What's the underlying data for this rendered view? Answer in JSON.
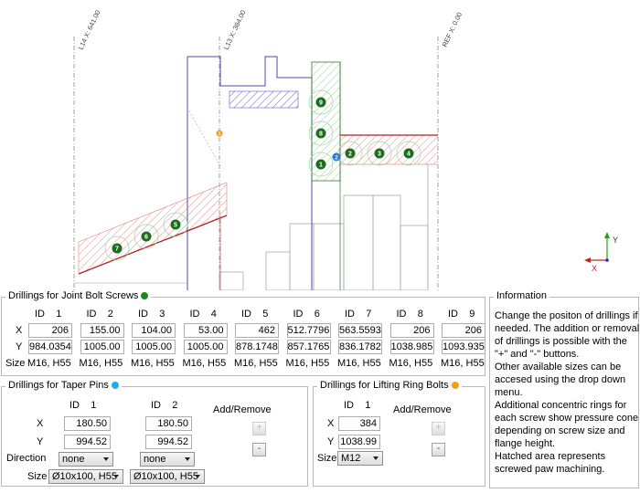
{
  "drawing": {
    "ref_labels": [
      "L14 X: 641.00",
      "L13 X: 384.00",
      "REF X: 0.00"
    ],
    "markers": [
      "1",
      "2",
      "3",
      "4",
      "5",
      "6",
      "7",
      "8",
      "9",
      "2",
      "1"
    ],
    "axes": {
      "x": "X",
      "y": "Y"
    }
  },
  "joint": {
    "title": "Drillings for Joint Bolt Screws",
    "dot_color": "#1a8a1a",
    "row_labels": {
      "id": "ID",
      "x": "X",
      "y": "Y",
      "size": "Size"
    },
    "cols": [
      {
        "id": "1",
        "x": "206",
        "y": "984.0354",
        "size": "M16, H55"
      },
      {
        "id": "2",
        "x": "155.00",
        "y": "1005.00",
        "size": "M16, H55"
      },
      {
        "id": "3",
        "x": "104.00",
        "y": "1005.00",
        "size": "M16, H55"
      },
      {
        "id": "4",
        "x": "53.00",
        "y": "1005.00",
        "size": "M16, H55"
      },
      {
        "id": "5",
        "x": "462",
        "y": "878.1748",
        "size": "M16, H55"
      },
      {
        "id": "6",
        "x": "512.7796",
        "y": "857.1765",
        "size": "M16, H55"
      },
      {
        "id": "7",
        "x": "563.5593",
        "y": "836.1782",
        "size": "M16, H55"
      },
      {
        "id": "8",
        "x": "206",
        "y": "1038.985",
        "size": "M16, H55"
      },
      {
        "id": "9",
        "x": "206",
        "y": "1093.935",
        "size": "M16, H55"
      }
    ]
  },
  "taper": {
    "title": "Drillings for Taper Pins",
    "dot_color": "#22aaee",
    "row_labels": {
      "id": "ID",
      "x": "X",
      "y": "Y",
      "direction": "Direction",
      "size": "Size"
    },
    "cols": [
      {
        "id": "1",
        "x": "180.50",
        "y": "994.52",
        "direction": "none",
        "size": "Ø10x100, H55"
      },
      {
        "id": "2",
        "x": "180.50",
        "y": "994.52",
        "direction": "none",
        "size": "Ø10x100, H55"
      }
    ],
    "add_remove": "Add/Remove",
    "plus": "+",
    "minus": "-"
  },
  "lifting": {
    "title": "Drillings for Lifting Ring Bolts",
    "dot_color": "#f0a020",
    "row_labels": {
      "id": "ID",
      "x": "X",
      "y": "Y",
      "size": "Size"
    },
    "cols": [
      {
        "id": "1",
        "x": "384",
        "y": "1038.99",
        "size": "M12"
      }
    ],
    "add_remove": "Add/Remove",
    "plus": "+",
    "minus": "-"
  },
  "info": {
    "title": "Information",
    "paragraphs": [
      "Change the positon of drillings if needed. The addition or removal of drillings is possible with the \"+\" and \"-\" buttons.",
      "Other available sizes can be accesed using the drop down menu.",
      "Additional concentric rings for each screw show pressure cone depending on screw size and flange height.",
      "Hatched area represents screwed paw machining."
    ]
  }
}
